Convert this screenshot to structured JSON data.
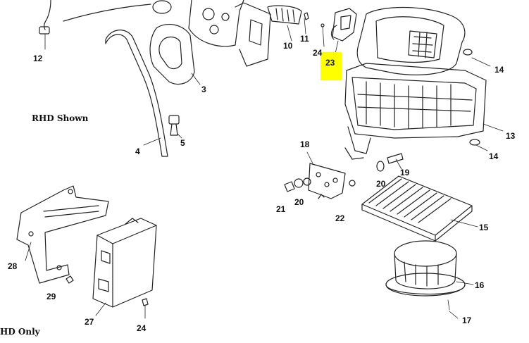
{
  "diagram": {
    "highlight_color": "#ffff00",
    "notes": {
      "rhd_shown": "RHD Shown",
      "rhd_only": "HD Only"
    },
    "callouts": {
      "c1": "12",
      "c2": "3",
      "c3": "4",
      "c4": "5",
      "c5": "10",
      "c6": "11",
      "c7": "24",
      "c8": "23",
      "c9": "14",
      "c10": "13",
      "c11": "14",
      "c12": "18",
      "c13": "19",
      "c14": "20",
      "c15": "21",
      "c16": "20",
      "c17": "22",
      "c18": "15",
      "c19": "28",
      "c20": "29",
      "c21": "27",
      "c22": "24",
      "c23": "16",
      "c24": "17"
    }
  }
}
